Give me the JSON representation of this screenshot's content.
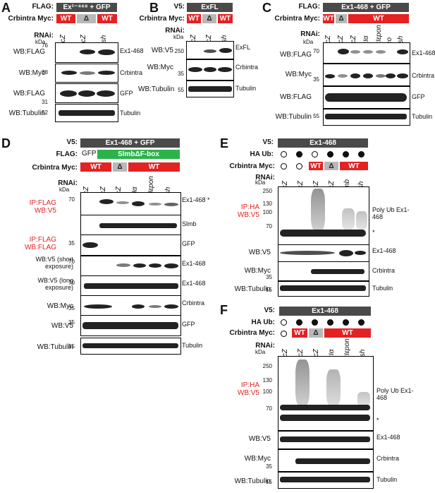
{
  "panels": {
    "A": {
      "label": "A",
      "flag": "FLAG:",
      "bar_text": "Ex¹⁻⁴⁶⁸ + GFP",
      "myc": "Crbintra Myc:",
      "myc_cells": [
        "WT",
        "Δ",
        "WT"
      ],
      "rnai": "RNAi:",
      "lanes": [
        "lacZ",
        "lacZ",
        "gish"
      ],
      "kda": "kDa",
      "rows": [
        {
          "wb": "WB:FLAG",
          "mw": "76",
          "right": "Ex1-468"
        },
        {
          "wb": "WB:Myc",
          "mw": "38",
          "right": "Crbintra"
        },
        {
          "wb": "WB:FLAG",
          "mw": "31",
          "right": "GFP"
        },
        {
          "wb": "WB:Tubulin",
          "mw": "52",
          "right": "Tubulin"
        }
      ]
    },
    "B": {
      "label": "B",
      "flag": "V5:",
      "bar_text": "ExFL",
      "myc": "Crbintra Myc:",
      "myc_cells": [
        "WT",
        "Δ",
        "WT"
      ],
      "rnai": "RNAi:",
      "lanes": [
        "lacZ",
        "lacZ",
        "gish"
      ],
      "kda": "kDa",
      "rows": [
        {
          "wb": "WB:V5",
          "mw": "250",
          "right": "ExFL"
        },
        {
          "wb": "WB:Myc",
          "mw": "35",
          "right": "Crbintra"
        },
        {
          "wb": "WB:Tubulin",
          "mw": "55",
          "right": "Tubulin"
        }
      ]
    },
    "C": {
      "label": "C",
      "flag": "FLAG:",
      "bar_text": "Ex1-468 + GFP",
      "myc": "Crbintra Myc:",
      "myc_cells": [
        "WT",
        "Δ",
        "WT"
      ],
      "rnai": "RNAi:",
      "lanes": [
        "lacZ",
        "lacZ",
        "lacZ",
        "ckIα",
        "ckIεpon",
        "dco",
        "gish"
      ],
      "kda": "kDa",
      "rows": [
        {
          "wb": "WB:FLAG",
          "mw": "70",
          "right": "Ex1-468"
        },
        {
          "wb": "WB:Myc",
          "mw": "35",
          "right": "Crbintra"
        },
        {
          "wb": "WB:FLAG",
          "mw": "",
          "right": "GFP"
        },
        {
          "wb": "WB:Tubulin",
          "mw": "55",
          "right": "Tubulin"
        }
      ]
    },
    "D": {
      "label": "D",
      "v5": "V5:",
      "bar_text": "Ex1-468 + GFP",
      "flag": "FLAG:",
      "flag_cells": [
        "GFP",
        "SlmbΔF-box"
      ],
      "myc": "Crbintra Myc:",
      "myc_cells": [
        "WT",
        "Δ",
        "WT"
      ],
      "rnai": "RNAi:",
      "lanes": [
        "lacZ",
        "lacZ",
        "lacZ",
        "ckIα",
        "ckIεpon",
        "gish"
      ],
      "kda": "kDa",
      "rows": [
        {
          "wb": "IP:FLAG WB:V5",
          "mw": "70",
          "right": "Ex1-468 *"
        },
        {
          "wb": "",
          "mw": "",
          "right": "Slmb"
        },
        {
          "wb": "IP:FLAG WB:FLAG",
          "mw": "35",
          "right": "GFP"
        },
        {
          "wb": "WB:V5 (short exposure)",
          "mw": "70",
          "right": "Ex1-468"
        },
        {
          "wb": "WB:V5 (long exposure)",
          "mw": "70",
          "right": "Ex1-468"
        },
        {
          "wb": "WB:Myc",
          "mw": "35",
          "right": "Crbintra"
        },
        {
          "wb": "WB:V5",
          "mw": "35",
          "right": "GFP"
        },
        {
          "wb": "WB:Tubulin",
          "mw": "55",
          "right": "Tubulin"
        }
      ]
    },
    "E": {
      "label": "E",
      "v5": "V5:",
      "bar_text": "Ex1-468",
      "haub": "HA Ub:",
      "myc": "Crbintra Myc:",
      "myc_cells": [
        "WT",
        "Δ",
        "WT"
      ],
      "rnai": "RNAi:",
      "lanes": [
        "lacZ",
        "lacZ",
        "lacZ",
        "lacZ",
        "slmb",
        "gish"
      ],
      "kda": "kDa",
      "ip_label": "IP:HA WB:V5",
      "mws": [
        "250",
        "130",
        "100",
        "70"
      ],
      "right_top": "Poly Ub Ex1-468",
      "star": "*",
      "rows": [
        {
          "wb": "WB:V5",
          "mw": "",
          "right": "Ex1-468"
        },
        {
          "wb": "WB:Myc",
          "mw": "35",
          "right": "Crbintra"
        },
        {
          "wb": "WB:Tubulin",
          "mw": "55",
          "right": "Tubulin"
        }
      ]
    },
    "F": {
      "label": "F",
      "v5": "V5:",
      "bar_text": "Ex1-468",
      "haub": "HA Ub:",
      "myc": "Crbintra Myc:",
      "myc_cells": [
        "WT",
        "Δ",
        "WT"
      ],
      "rnai": "RNAi:",
      "lanes": [
        "lacZ",
        "lacZ",
        "lacZ",
        "ckIα",
        "ckIεpon",
        "gish"
      ],
      "kda": "kDa",
      "ip_label": "IP:HA WB:V5",
      "mws": [
        "250",
        "130",
        "100",
        "70"
      ],
      "right_top": "Poly Ub Ex1-468",
      "star": "*",
      "rows": [
        {
          "wb": "WB:V5",
          "mw": "",
          "right": "Ex1-468"
        },
        {
          "wb": "WB:Myc",
          "mw": "35",
          "right": "Crbintra"
        },
        {
          "wb": "WB:Tubulin",
          "mw": "55",
          "right": "Tubulin"
        }
      ]
    }
  }
}
